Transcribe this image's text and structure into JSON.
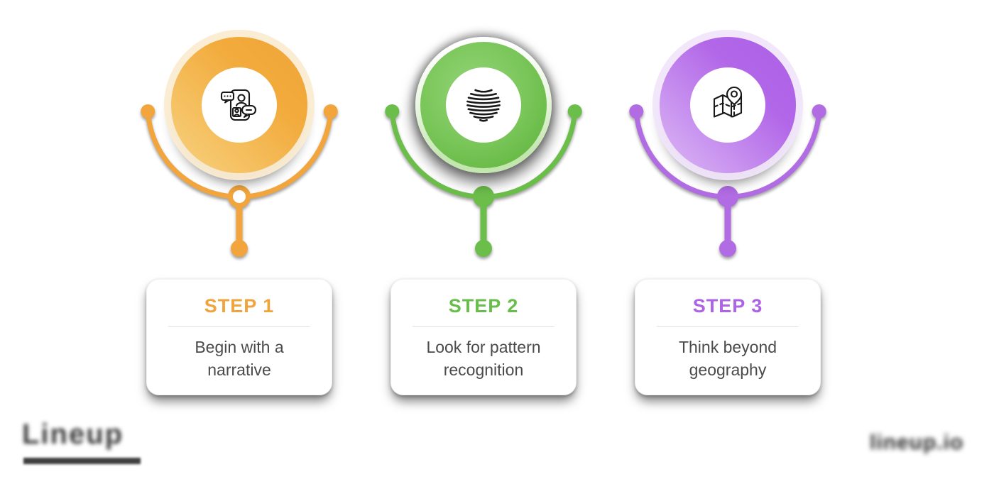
{
  "steps": [
    {
      "label": "STEP 1",
      "description": "Begin with a narrative",
      "accent_color": "#EFA43D",
      "icon": "phone-chat-icon"
    },
    {
      "label": "STEP 2",
      "description": "Look for pattern recognition",
      "accent_color": "#68BE4A",
      "icon": "striped-globe-icon"
    },
    {
      "label": "STEP 3",
      "description": "Think beyond geography",
      "accent_color": "#AC63E6",
      "icon": "map-location-pin-icon"
    }
  ],
  "footer": {
    "left_wordmark": "Lineup",
    "right_wordmark": "lineup.io"
  }
}
